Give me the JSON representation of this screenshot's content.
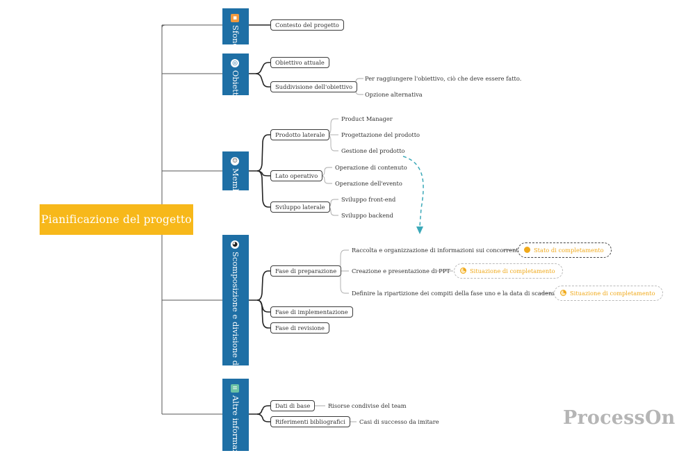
{
  "root": {
    "title": "Pianificazione del progetto"
  },
  "sections": [
    {
      "label": "Sfondo",
      "icon": "orange-square-icon"
    },
    {
      "label": "Obiettivo",
      "icon": "target-icon"
    },
    {
      "label": "Membro",
      "icon": "person-icon"
    },
    {
      "label": "Scomposizione e divisione del lavoro",
      "icon": "pie-chart-icon"
    },
    {
      "label": "Altre informazioni",
      "icon": "document-icon"
    }
  ],
  "nodes": {
    "contesto": "Contesto del progetto",
    "obiettivo_attuale": "Obiettivo attuale",
    "suddivisione": "Suddivisione dell'obiettivo",
    "sudd_1": "Per raggiungere l'obiettivo, ciò che deve essere fatto.",
    "sudd_2": "Opzione alternativa",
    "prodotto_laterale": "Prodotto laterale",
    "pm": "Product Manager",
    "progettazione": "Progettazione del prodotto",
    "gestione": "Gestione del prodotto",
    "lato_operativo": "Lato operativo",
    "op_contenuto": "Operazione di contenuto",
    "op_evento": "Operazione dell'evento",
    "sviluppo_laterale": "Sviluppo laterale",
    "frontend": "Sviluppo front-end",
    "backend": "Sviluppo backend",
    "fase_prep": "Fase di preparazione",
    "raccolta": "Raccolta e organizzazione di informazioni sui concorrenti",
    "creazione": "Creazione e presentazione di PPT",
    "definire": "Definire la ripartizione dei compiti della fase uno e la data di scadenza.",
    "fase_impl": "Fase di implementazione",
    "fase_rev": "Fase di revisione",
    "dati_base": "Dati di base",
    "risorse": "Risorse condivise del team",
    "riferimenti": "Riferimenti bibliografici",
    "casi": "Casi di successo da imitare"
  },
  "status": {
    "stato": "Stato di completamento",
    "situazione_1": "Situazione di completamento",
    "situazione_2": "Situazione di completamento"
  },
  "colors": {
    "root": "#f7b81a",
    "section": "#1e6fa5",
    "status_text": "#f0a91a",
    "link_arrow": "#3aa8b8"
  },
  "watermark": "ProcessOn"
}
